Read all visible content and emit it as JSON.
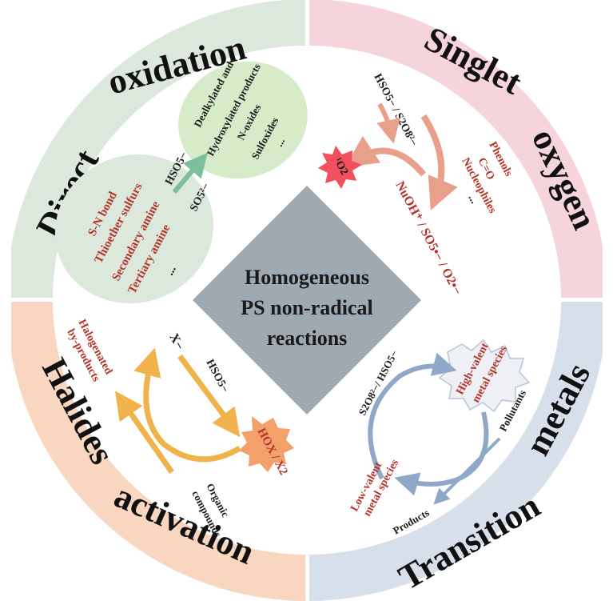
{
  "center": {
    "line1": "Homogeneous",
    "line2": "PS non-radical",
    "line3": "reactions"
  },
  "quadrants": {
    "direct_oxidation": {
      "title_words": [
        "Direct",
        "oxidation"
      ],
      "color": "#dce8dc",
      "substrates": [
        "S-N bond",
        "Thioether sulfurs",
        "Secondary amine",
        "Tertiary amine",
        "..."
      ],
      "oxidants": [
        "HSO5−",
        "SO5²−"
      ],
      "products": [
        "Dealkylated and",
        "Hydroxylated products",
        "N-oxides",
        "Sulfoxides",
        "..."
      ]
    },
    "singlet_oxygen": {
      "title_words": [
        "Singlet",
        "oxygen"
      ],
      "color": "#f6d4dc",
      "oxidants": "HSO5− / S2O8²−",
      "species": "¹O2",
      "intermediates": "NuOH⁺ / SO5•− / O2•−",
      "targets": [
        "Phenols",
        "C=O",
        "Nucleophiles",
        "..."
      ]
    },
    "halides_activation": {
      "title_words": [
        "Halides",
        "activation"
      ],
      "color": "#f8d6bf",
      "halide": "X−",
      "oxidant": "HSO5−",
      "species": "HOX / X2",
      "byproducts": [
        "Halogenated",
        "by-products"
      ],
      "reactant": [
        "Organic",
        "compounds"
      ]
    },
    "transition_metals": {
      "title_words": [
        "Transition",
        "metals"
      ],
      "color": "#d7dfeb",
      "high": [
        "High-valent",
        "metal species"
      ],
      "low": [
        "Low-valent",
        "metal species"
      ],
      "oxidants": "S2O8²−/ HSO5−",
      "pollutants": "Pollutants",
      "products": "Products"
    }
  },
  "colors": {
    "diamond": "#9fa9b1",
    "text_red": "#b5342a",
    "halide_arrow": "#f0b24a",
    "metal_arrow": "#8fa8c8"
  }
}
